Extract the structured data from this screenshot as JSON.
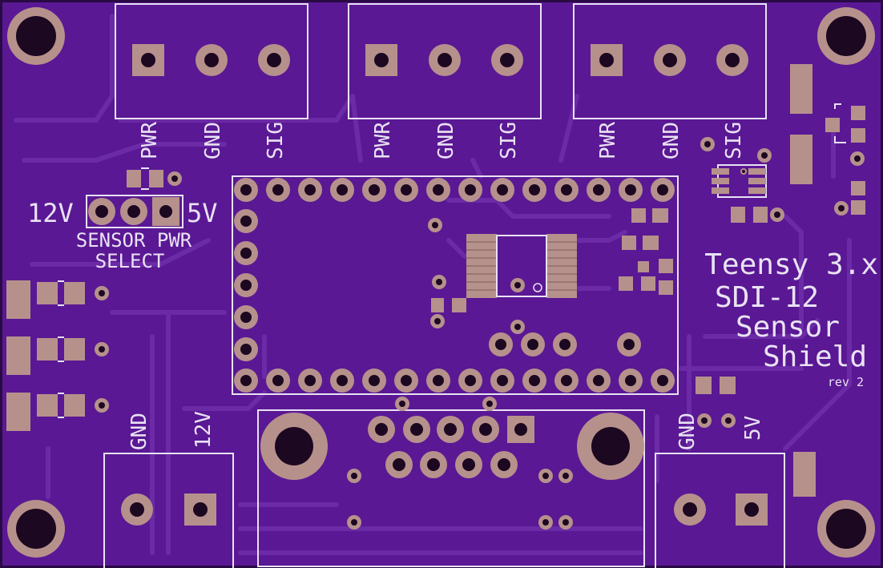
{
  "board": {
    "colors": {
      "board": "#5a1894",
      "trace": "#6b2aa6",
      "copper": "#b6918c",
      "hole": "#1c0820",
      "silk": "#e9e2f3",
      "edge": "#2a0a45"
    }
  },
  "connectors": {
    "top": [
      {
        "pins": [
          "PWR",
          "GND",
          "SIG"
        ]
      },
      {
        "pins": [
          "PWR",
          "GND",
          "SIG"
        ]
      },
      {
        "pins": [
          "PWR",
          "GND",
          "SIG"
        ]
      }
    ],
    "bottom_left": {
      "pins": [
        "GND",
        "12V"
      ]
    },
    "bottom_right": {
      "pins": [
        "GND",
        "5V"
      ]
    }
  },
  "sensor_power": {
    "left_label": "12V",
    "right_label": "5V",
    "caption_line1": "SENSOR PWR",
    "caption_line2": "SELECT"
  },
  "title": {
    "line1": "Teensy 3.x",
    "line2": "SDI-12",
    "line3": "Sensor",
    "line4": "Shield",
    "revision": "rev 2"
  }
}
